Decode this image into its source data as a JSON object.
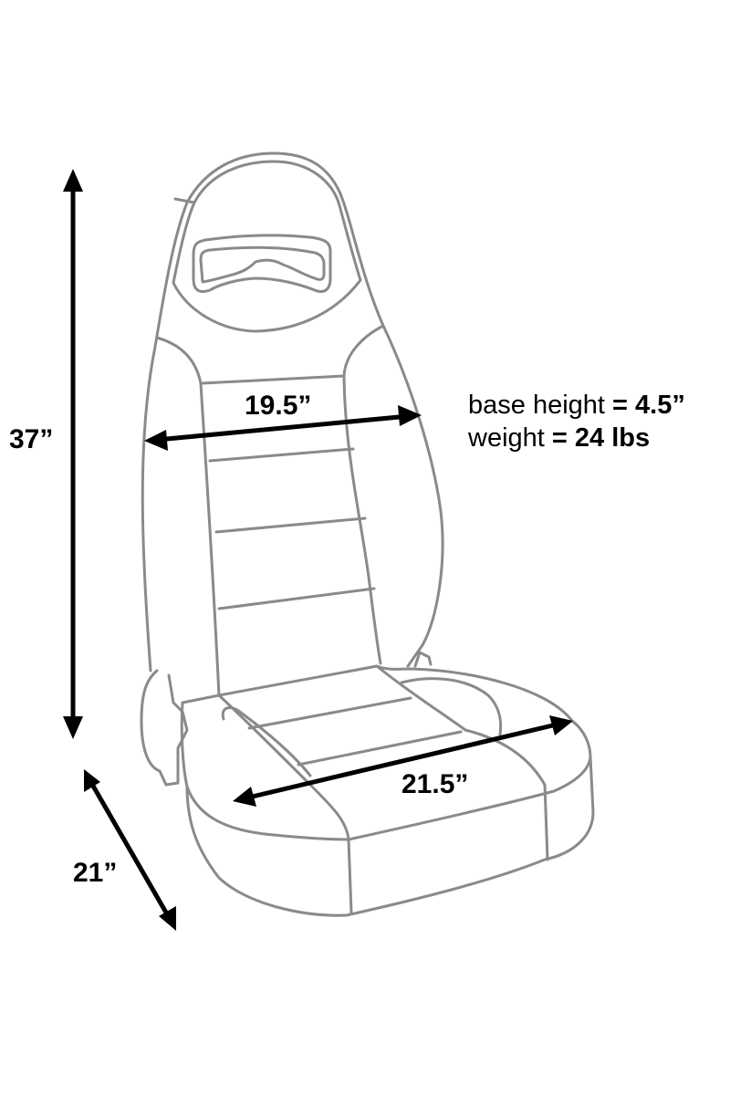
{
  "dimensions": {
    "height": "37”",
    "back_width": "19.5”",
    "seat_width": "21.5”",
    "depth": "21”"
  },
  "specs": [
    {
      "label": "base height",
      "eq": " = ",
      "value": "4.5”"
    },
    {
      "label": "weight",
      "eq": " = ",
      "value": "24 lbs"
    }
  ],
  "colors": {
    "outline": "#8a8a8a",
    "arrow": "#000000"
  }
}
